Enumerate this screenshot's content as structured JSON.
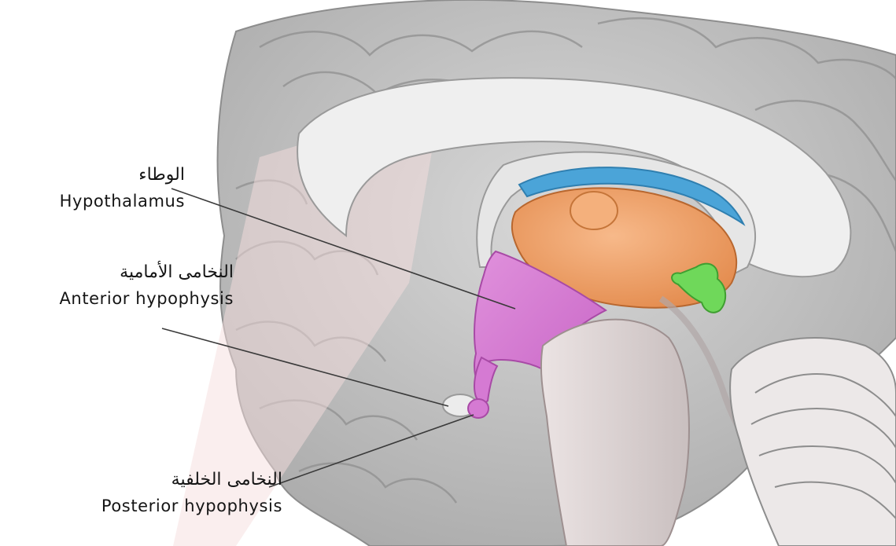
{
  "labels": {
    "hypothalamus": {
      "arabic": "الوطاء",
      "english": "Hypothalamus"
    },
    "anterior_hypophysis": {
      "arabic": "النخامى الأمامية",
      "english": "Anterior hypophysis"
    },
    "posterior_hypophysis": {
      "arabic": "النخامى الخلفية",
      "english": "Posterior hypophysis"
    }
  },
  "colors": {
    "hypothalamus": "#d77fd4",
    "thalamus": "#f2a56e",
    "pineal_gland": "#6fd85a",
    "fornix_band": "#4ba4d8",
    "brain_tissue": "#cdcdcd",
    "corpus_callosum": "#eeeeee",
    "watermark": "#f5dede"
  }
}
